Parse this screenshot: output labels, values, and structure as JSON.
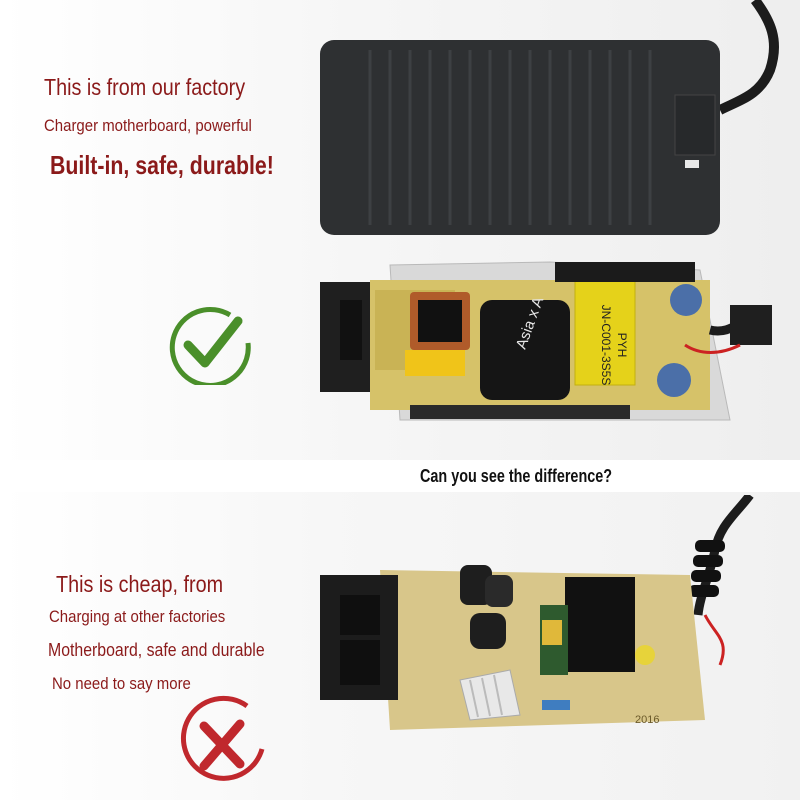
{
  "top_section": {
    "line1": "This is from our factory",
    "line2": "Charger motherboard, powerful",
    "line3": "Built-in, safe, durable!",
    "board_label_1": "Asia x A",
    "board_label_2": "JN-C001-3S5S",
    "board_label_3": "PYH",
    "mark_icon": "check-mark-icon",
    "mark_color": "#4a8f2a"
  },
  "question": "Can you see the difference?",
  "bottom_section": {
    "line1": "This is cheap, from",
    "line2": "Charging at other factories",
    "line3": "Motherboard, safe and durable",
    "line4": "No need to say more",
    "board_year": "2016",
    "mark_icon": "x-mark-icon",
    "mark_color": "#c0282d"
  },
  "colors": {
    "text_red": "#8b1a1a",
    "pcb": "#d8c36a",
    "case": "#2b2d2f"
  }
}
